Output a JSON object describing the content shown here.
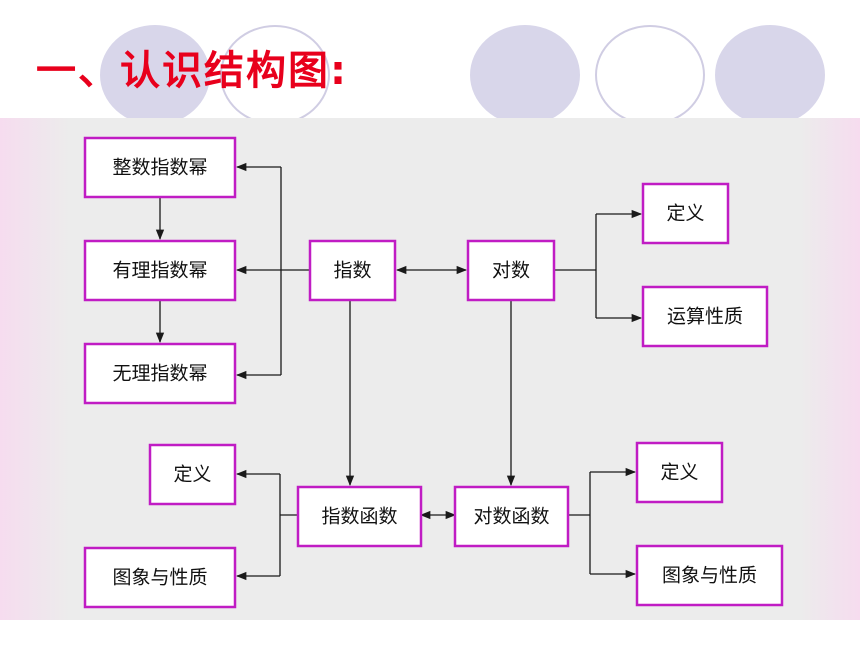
{
  "title": "一、认识结构图:",
  "colors": {
    "title": "#e8001c",
    "box_border": "#c01cc4",
    "panel": "#ececec"
  },
  "nodes": {
    "integer_power": "整数指数幂",
    "rational_power": "有理指数幂",
    "irrational_power": "无理指数幂",
    "exponent": "指数",
    "logarithm": "对数",
    "log_definition": "定义",
    "log_properties": "运算性质",
    "exp_definition": "定义",
    "exp_graph_properties": "图象与性质",
    "exp_function": "指数函数",
    "log_function": "对数函数",
    "logfn_definition": "定义",
    "logfn_graph_properties": "图象与性质"
  }
}
